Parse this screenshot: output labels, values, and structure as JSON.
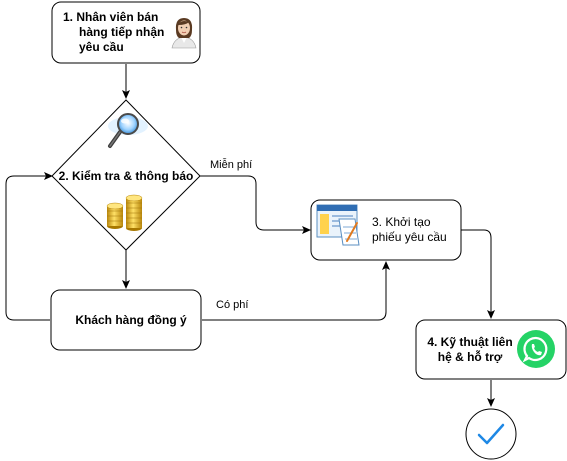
{
  "nodes": {
    "step1": {
      "lines": [
        "1.  Nhân viên bán",
        "hàng tiếp nhận",
        "yêu cầu"
      ]
    },
    "step2": {
      "label": "2. Kiểm tra & thông báo"
    },
    "customer": {
      "label": "Khách hàng đồng ý"
    },
    "step3": {
      "lines": [
        "3. Khởi tạo",
        "phiếu yêu cầu"
      ]
    },
    "step4": {
      "lines": [
        "4. Kỹ thuật liên",
        "hệ & hỗ trợ"
      ]
    }
  },
  "edges": {
    "free_label": "Miễn phí",
    "paid_label": "Có phí"
  },
  "icons": {
    "step1": "woman-avatar-icon",
    "step2_top": "magnifier-icon",
    "step2_bottom": "gold-coins-icon",
    "step3": "form-document-icon",
    "step4": "whatsapp-icon",
    "end": "checkmark-icon"
  },
  "colors": {
    "stroke": "#000000",
    "fill": "#ffffff",
    "check": "#1e88e5",
    "whatsapp": "#25d366",
    "gold": "#d4a017"
  }
}
